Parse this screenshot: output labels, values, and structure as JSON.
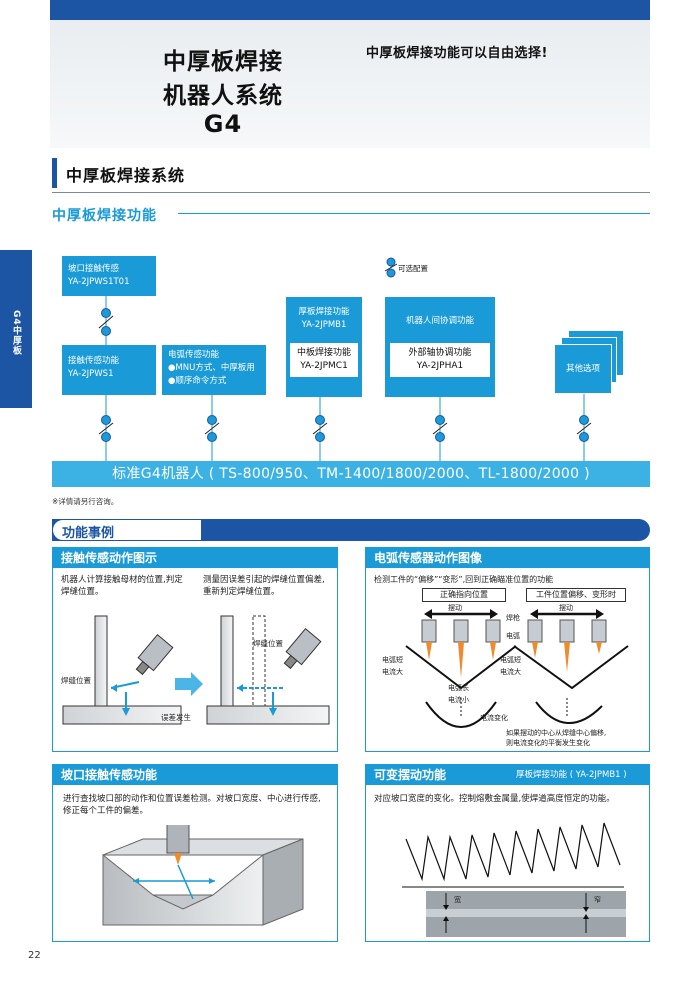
{
  "header": {
    "title_lines": [
      "中厚板焊接",
      "机器人系统",
      "G4"
    ],
    "tagline": "中厚板焊接功能可以自由选择!"
  },
  "section": {
    "title": "中厚板焊接系统",
    "subtitle": "中厚板焊接功能"
  },
  "side_tab": {
    "label": "G4中厚板"
  },
  "legend": {
    "optional_label": "可选配置"
  },
  "boxes": {
    "groove_sensing": {
      "name": "坡口接触传感",
      "model": "YA-2JPWS1T01"
    },
    "contact_sensing": {
      "name": "接触传感功能",
      "model": "YA-2JPWS1"
    },
    "arc_sensing": {
      "name": "电弧传感功能",
      "items": [
        "●MNU方式、中厚板用",
        "●顺序命令方式"
      ]
    },
    "thick_welding": {
      "name": "厚板焊接功能",
      "model": "YA-2JPMB1"
    },
    "medium_welding": {
      "name": "中板焊接功能",
      "model": "YA-2JPMC1"
    },
    "coordination": {
      "name": "机器人间协调功能"
    },
    "external_axis": {
      "name": "外部轴协调功能",
      "model": "YA-2JPHA1"
    },
    "others": {
      "name": "其他选项"
    }
  },
  "standard_bar": "标准G4机器人 ( TS-800/950、TM-1400/1800/2000、TL-1800/2000 )",
  "note": "※详情请另行咨询。",
  "cases": {
    "title": "功能事例",
    "contact": {
      "title": "接触传感动作图示",
      "text_left": "机器人计算接触母材的位置,判定焊缝位置。",
      "text_right": "测量因误差引起的焊缝位置偏差,重新判定焊缝位置。",
      "label_weld_pos_1": "焊缝位置",
      "label_weld_pos_2": "焊缝位置",
      "label_error": "误差发生"
    },
    "arc": {
      "title": "电弧传感器动作图像",
      "intro": "检测工件的“偏移”“变形”,回到正确瞄准位置的功能",
      "box_left": "正确指向位置",
      "box_right": "工件位置偏移、变形时",
      "swing_left": "摆动",
      "swing_right": "摆动",
      "torch": "焊枪",
      "arc": "电弧",
      "short_arc_left": "电弧短\n电流大",
      "short_arc_mid": "电弧短\n电流大",
      "long_arc": "电弧长\n电流小",
      "current_change": "电流变化",
      "caption": "如果摆动的中心从焊缝中心偏移,\n则电流变化的平衡发生变化"
    },
    "groove": {
      "title": "坡口接触传感功能",
      "text": "进行查找坡口部的动作和位置误差检测。对坡口宽度、中心进行传感,修正每个工件的偏差。"
    },
    "weave": {
      "title": "可变摆动功能",
      "tag": "厚板焊接功能 ( YA-2JPMB1 )",
      "text": "对应坡口宽度的变化。控制熔敷金属量,使焊道高度恒定的功能。",
      "wide": "宽",
      "narrow": "窄"
    }
  },
  "page_number": "22"
}
